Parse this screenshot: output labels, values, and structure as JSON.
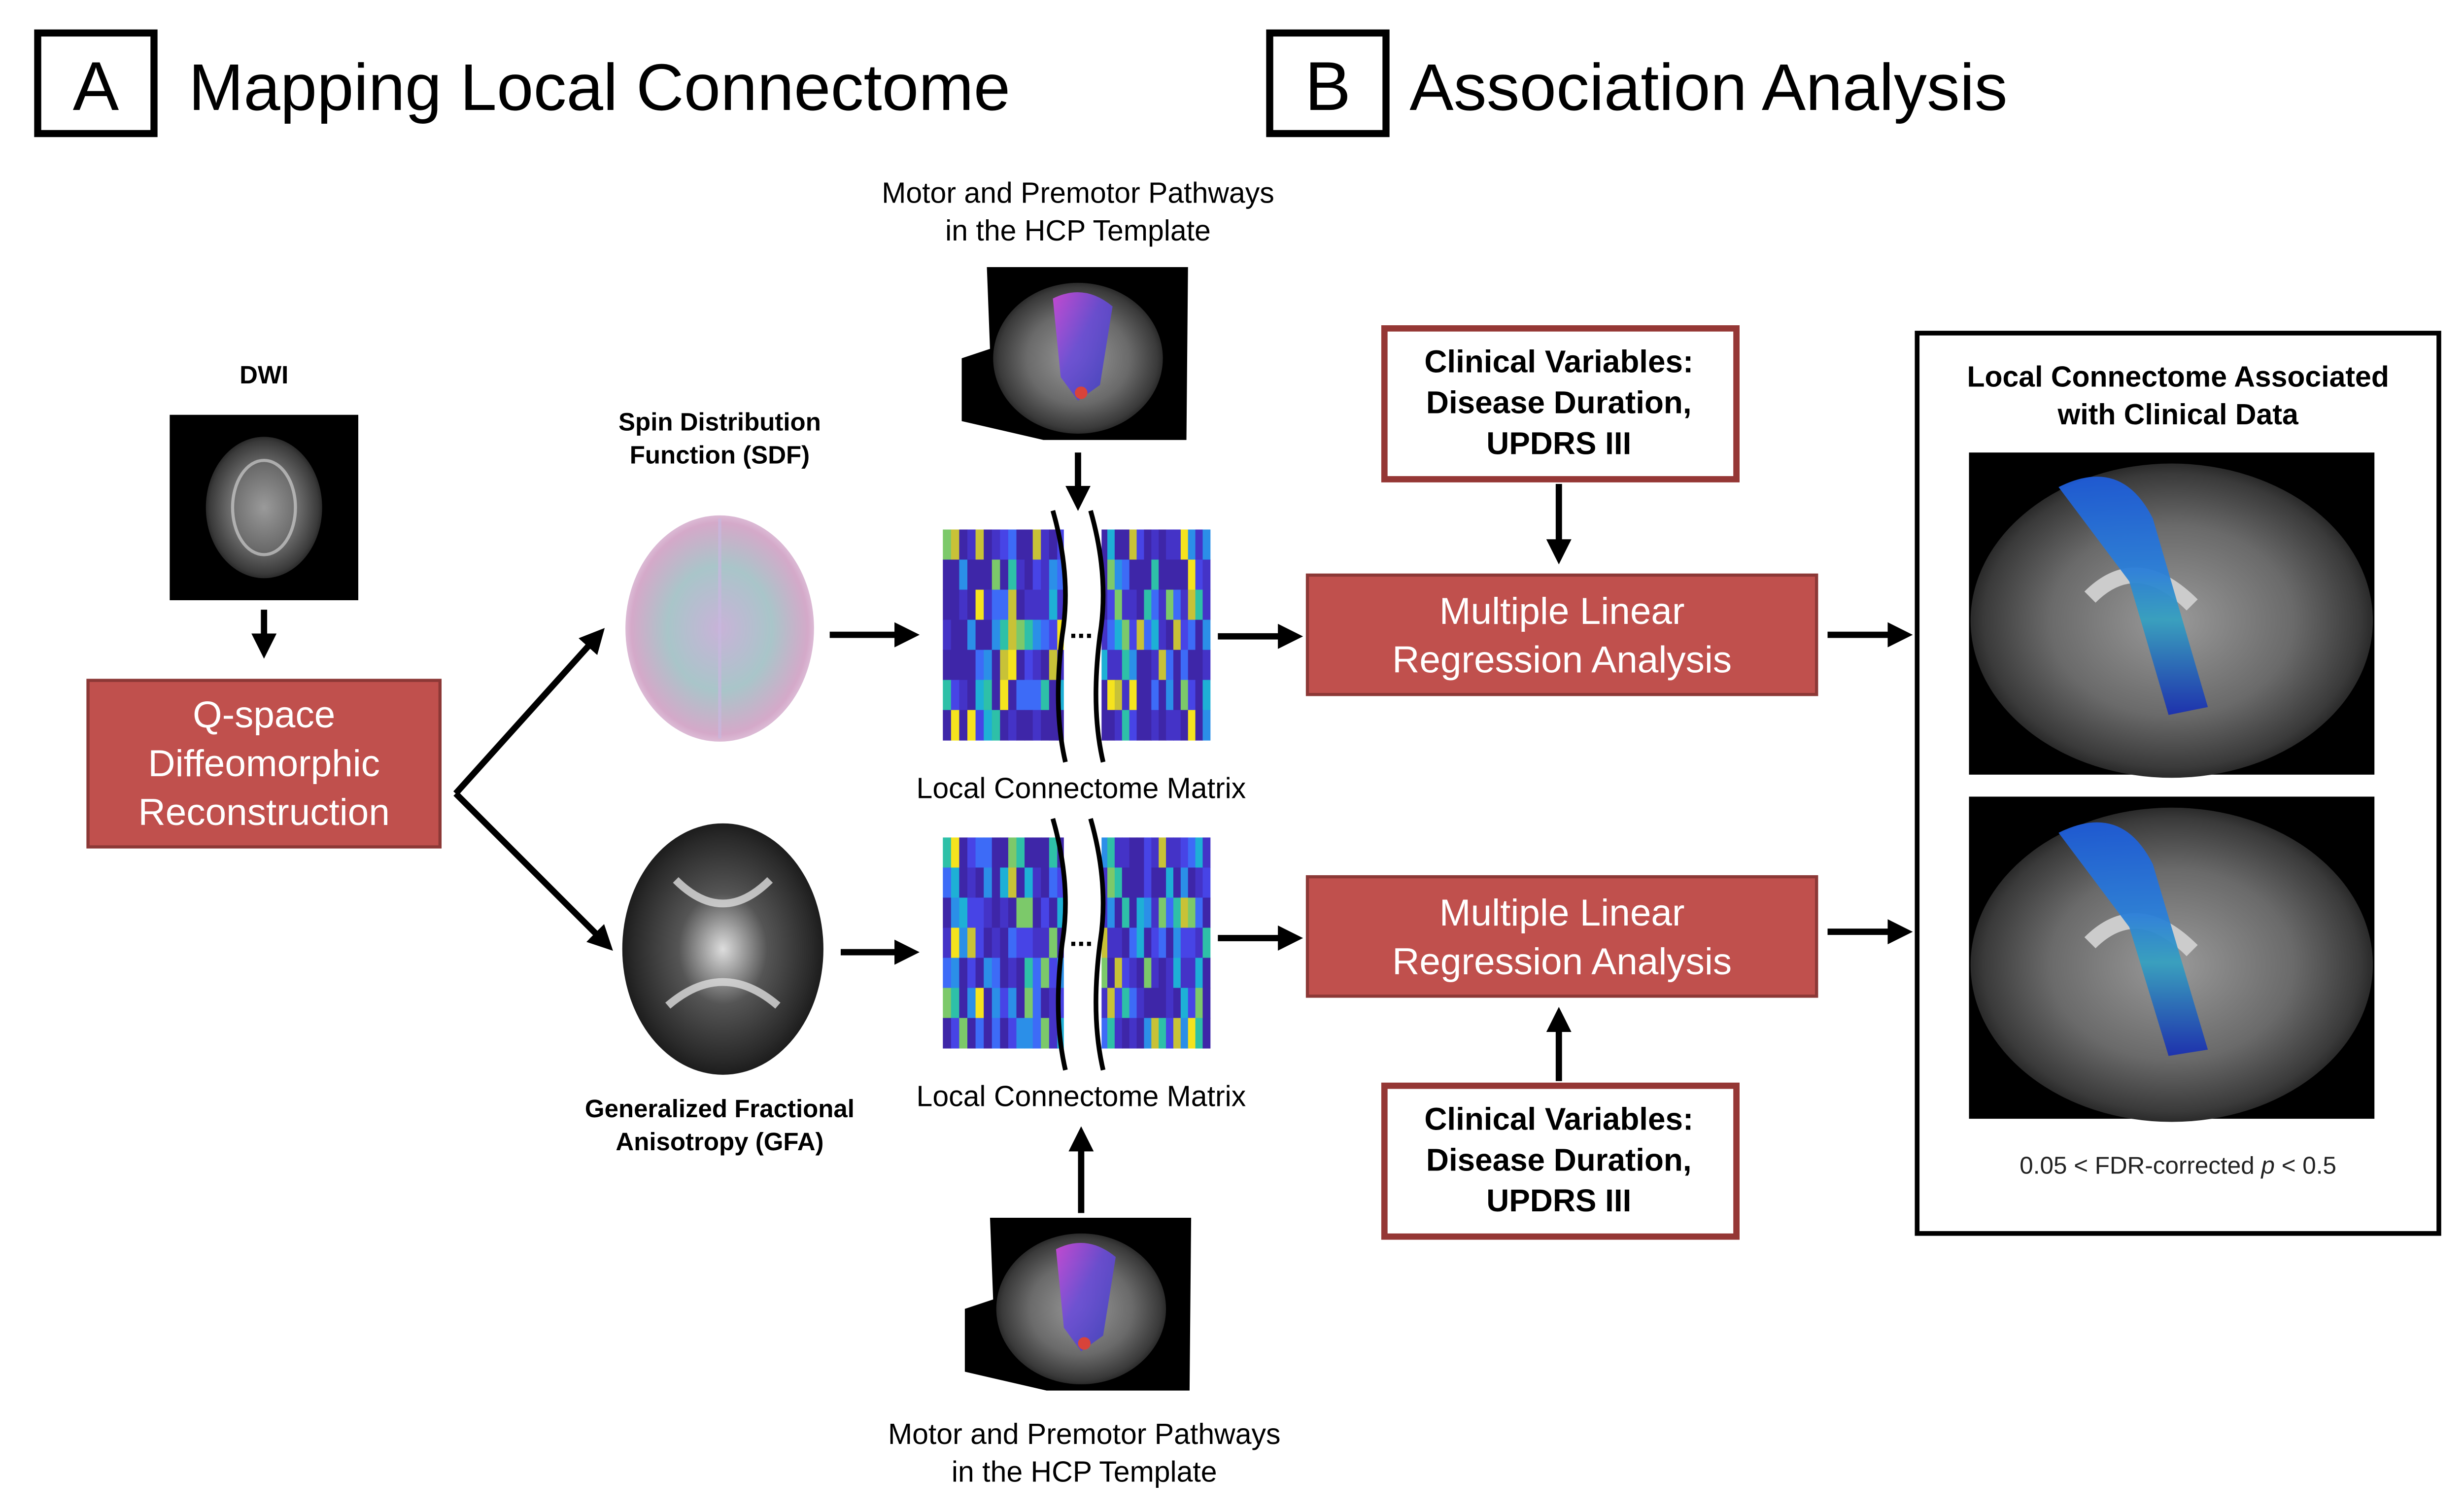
{
  "sections": {
    "a": {
      "letter": "A",
      "title": "Mapping Local Connectome"
    },
    "b": {
      "letter": "B",
      "title": "Association Analysis"
    }
  },
  "dwi": {
    "label": "DWI"
  },
  "qspace_box": {
    "lines": [
      "Q-space",
      "Diffeomorphic",
      "Reconstruction"
    ]
  },
  "sdf": {
    "lines": [
      "Spin Distribution",
      "Function (SDF)"
    ]
  },
  "gfa": {
    "lines": [
      "Generalized Fractional",
      "Anisotropy (GFA)"
    ]
  },
  "template_top": {
    "lines": [
      "Motor and Premotor Pathways",
      "in the HCP Template"
    ]
  },
  "template_bottom": {
    "lines": [
      "Motor and Premotor Pathways",
      "in the HCP Template"
    ]
  },
  "matrix_top": {
    "label": "Local Connectome Matrix",
    "ellipsis": "..."
  },
  "matrix_bottom": {
    "label": "Local Connectome Matrix",
    "ellipsis": "..."
  },
  "regression_top": {
    "lines": [
      "Multiple Linear",
      "Regression Analysis"
    ]
  },
  "regression_bottom": {
    "lines": [
      "Multiple Linear",
      "Regression Analysis"
    ]
  },
  "clinical_top": {
    "lines": [
      "Clinical Variables:",
      "Disease Duration,",
      "UPDRS III"
    ]
  },
  "clinical_bottom": {
    "lines": [
      "Clinical Variables:",
      "Disease Duration,",
      "UPDRS III"
    ]
  },
  "result_panel": {
    "title_lines": [
      "Local Connectome Associated",
      "with Clinical Data"
    ],
    "pvalue_prefix": "0.05 < FDR-corrected ",
    "pvalue_var": "p",
    "pvalue_suffix": " < 0.5"
  },
  "colors": {
    "red_box_fill": "#c0504d",
    "red_box_border": "#8c3836",
    "clinical_border": "#953735",
    "arrow": "#000000"
  }
}
